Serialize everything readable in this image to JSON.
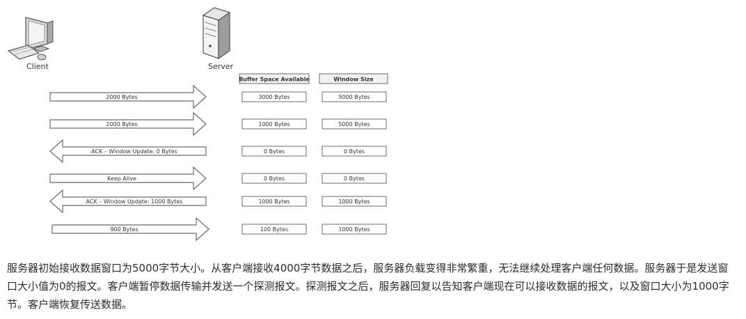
{
  "nodes": {
    "client_label": "Client",
    "server_label": "Server"
  },
  "columns": {
    "buffer_header": "Buffer Space Available",
    "window_header": "Window Size"
  },
  "rows": [
    {
      "direction": "right",
      "label": "2000 Bytes",
      "buffer": "3000 Bytes",
      "window": "5000 Bytes"
    },
    {
      "direction": "right",
      "label": "2000 Bytes",
      "buffer": "1000 Bytes",
      "window": "5000 Bytes"
    },
    {
      "direction": "left",
      "label": "ACK – Window Update: 0 Bytes",
      "buffer": "0 Bytes",
      "window": "0 Bytes"
    },
    {
      "direction": "right",
      "label": "Keep Alive",
      "buffer": "0 Bytes",
      "window": "0 Bytes"
    },
    {
      "direction": "left",
      "label": "ACK – Window Update: 1000 Bytes",
      "buffer": "1000 Bytes",
      "window": "1000 Bytes"
    },
    {
      "direction": "right",
      "label": "900 Bytes",
      "buffer": "100 Bytes",
      "window": "1000 Bytes"
    }
  ],
  "caption": "服务器初始接收数据窗口为5000字节大小。从客户端接收4000字节数据之后，服务器负载变得非常繁重，无法继续处理客户端任何数据。服务器于是发送窗 口大小值为0的报文。客户端暂停数据传输并发送一个探测报文。探测报文之后，服务器回复以告知客户端现在可以接收数据的报文，以及窗口大小为1000字 节。客户端恢复传送数据。",
  "colors": {
    "arrow_fill": "#ffffff",
    "arrow_stroke": "#6a6a6a",
    "box_stroke": "#6a6a6a",
    "header_fill": "#f2f2f2"
  }
}
